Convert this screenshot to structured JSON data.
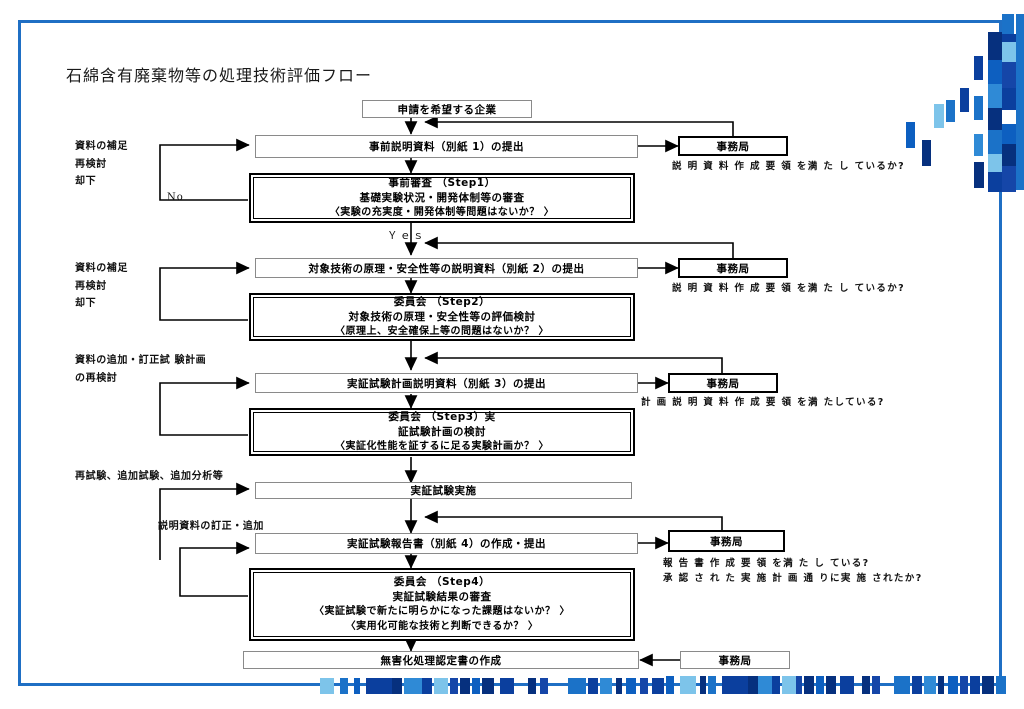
{
  "document": {
    "title": "石綿含有廃棄物等の処理技術評価フロー",
    "frame_color": "#1f6fc4"
  },
  "flow": {
    "start_box": "申請を希望する企業",
    "steps": [
      {
        "submission": "事前説明資料（別紙 1）の提出",
        "review_title": "事前審査 （Step1）",
        "review_subtitle": "基礎実験状況・開発体制等の審査",
        "review_question": "〈実験の充実度・開発体制等問題はないか？ 〉",
        "office_box": "事務局",
        "office_note": "説 明 資 料 作 成 要 領 を満 た し ているか?",
        "feedback_labels": [
          "資料の補足",
          "再検討",
          "却下"
        ],
        "no_label": "No",
        "yes_label": "Ｙｅｓ"
      },
      {
        "submission": "対象技術の原理・安全性等の説明資料（別紙 2）の提出",
        "review_title": "委員会 （Step2）",
        "review_subtitle": "対象技術の原理・安全性等の評価検討",
        "review_question": "〈原理上、安全確保上等の問題はないか？ 〉",
        "office_box": "事務局",
        "office_note": "説 明 資 料 作 成 要 領 を満 た し ているか?",
        "feedback_labels": [
          "資料の補足",
          "再検討",
          "却下"
        ]
      },
      {
        "submission": "実証試験計画説明資料（別紙 3）の提出",
        "review_title": "委員会 （Step3）実",
        "review_subtitle": "証試験計画の検討",
        "review_question": "〈実証化性能を証するに足る実験計画か？ 〉",
        "office_box": "事務局",
        "office_note": "計 画 説 明 資 料 作 成 要 領 を満 たしている?",
        "feedback_labels": [
          "資料の追加・訂正試 験計画",
          "の再検討"
        ]
      },
      {
        "execution": "実証試験実施",
        "submission": "実証試験報告書（別紙 4）の作成・提出",
        "review_title": "委員会 （Step4）",
        "review_subtitle": "実証試験結果の審査",
        "review_question": "〈実証試験で新たに明らかになった課題はないか？ 〉",
        "review_question2": "〈実用化可能な技術と判断できるか？ 〉",
        "office_box": "事務局",
        "office_note_line1": "報 告 書 作 成 要 領 を満 た し ている?",
        "office_note_line2": "承 認 さ れ た 実 施 計 画 通 りに実 施 されたか?",
        "feedback_labels": [
          "再試験、追加試験、追加分析等"
        ],
        "correction_label": "説明資料の訂正・追加"
      }
    ],
    "final_box": "無害化処理認定書の作成",
    "final_office_box": "事務局"
  },
  "decoration": {
    "palette": [
      "#0b3f9e",
      "#0d5fc0",
      "#2f8ad6",
      "#7dc4ea",
      "#1546a8",
      "#1b72c8",
      "#a9d8f0",
      "#06307e"
    ]
  }
}
